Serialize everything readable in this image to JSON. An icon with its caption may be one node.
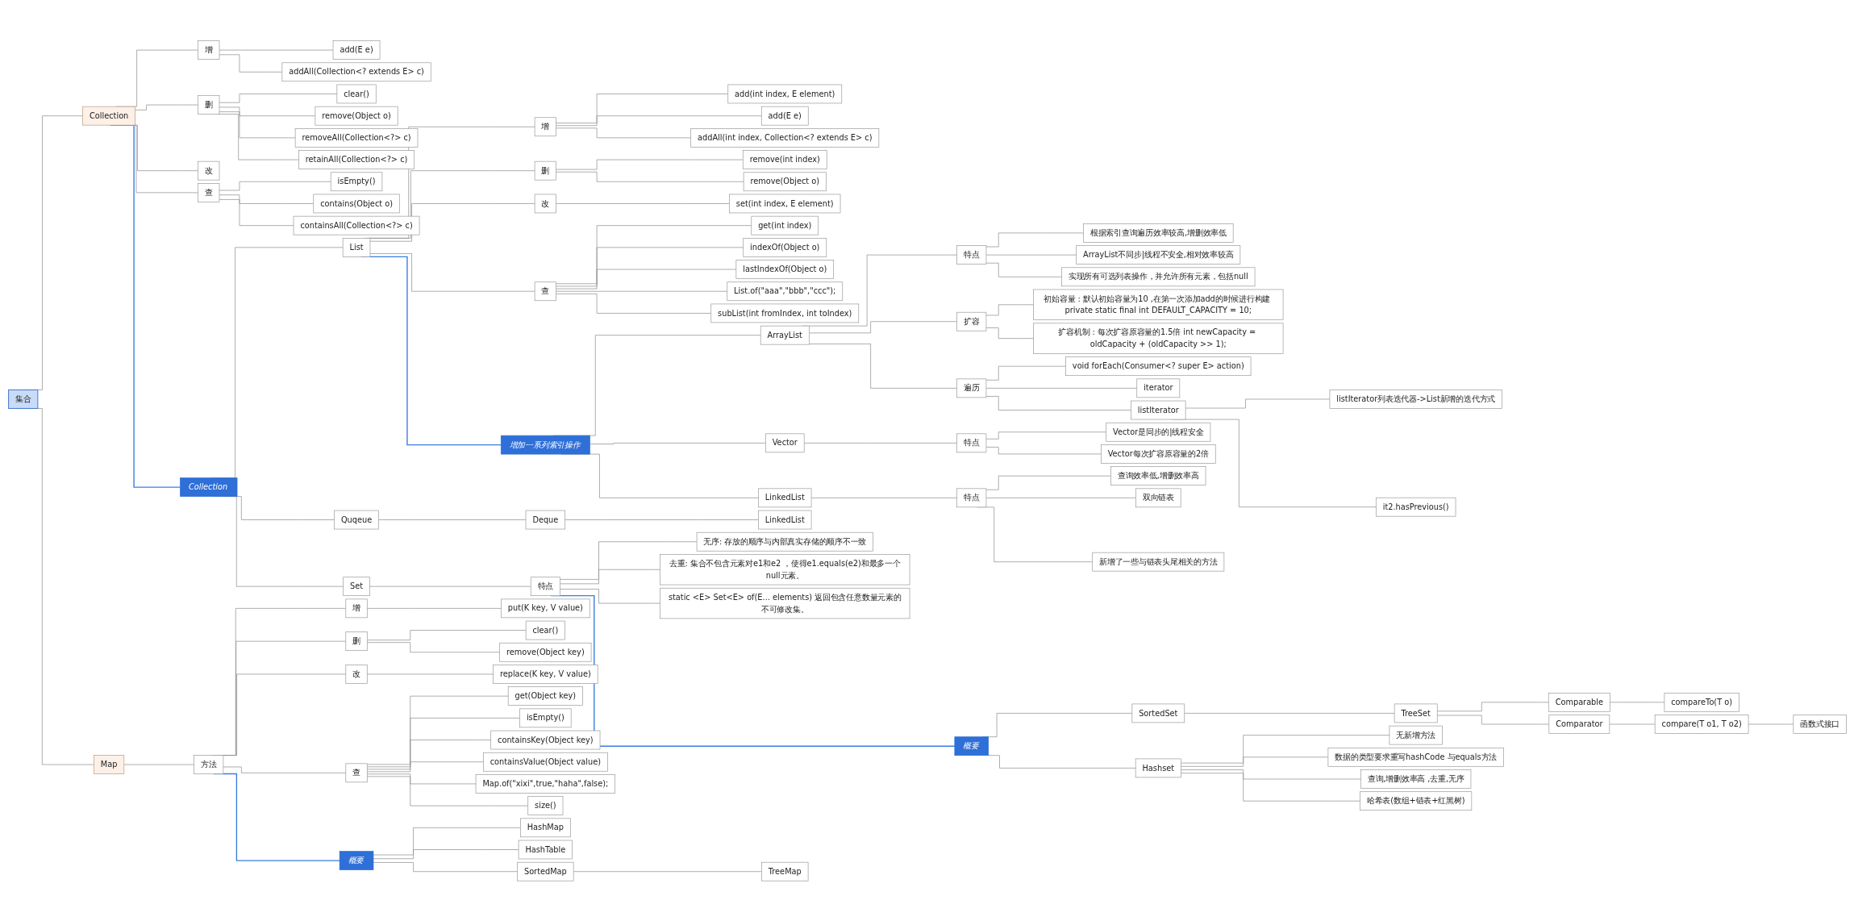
{
  "diagram": {
    "nodes": [
      {
        "text": [
          "集合"
        ]
      },
      {
        "text": [
          "Collection"
        ]
      },
      {
        "text": [
          "增"
        ]
      },
      {
        "text": [
          "add(E e)"
        ]
      },
      {
        "text": [
          "addAll(Collection<? extends E> c)"
        ]
      },
      {
        "text": [
          "删"
        ]
      },
      {
        "text": [
          "clear()"
        ]
      },
      {
        "text": [
          "remove(Object o)"
        ]
      },
      {
        "text": [
          "removeAll(Collection<?> c)"
        ]
      },
      {
        "text": [
          "retainAll(Collection<?> c)"
        ]
      },
      {
        "text": [
          "改"
        ]
      },
      {
        "text": [
          "查"
        ]
      },
      {
        "text": [
          "isEmpty()"
        ]
      },
      {
        "text": [
          "contains(Object o)"
        ]
      },
      {
        "text": [
          "containsAll(Collection<?> c)"
        ]
      },
      {
        "text": [
          "Collection"
        ]
      },
      {
        "text": [
          "List"
        ]
      },
      {
        "text": [
          "增"
        ]
      },
      {
        "text": [
          "add(int index, E element)"
        ]
      },
      {
        "text": [
          "add(E e)"
        ]
      },
      {
        "text": [
          "addAll(int index, Collection<? extends E> c)"
        ]
      },
      {
        "text": [
          "删"
        ]
      },
      {
        "text": [
          "remove(int index)"
        ]
      },
      {
        "text": [
          "remove(Object o)"
        ]
      },
      {
        "text": [
          "改"
        ]
      },
      {
        "text": [
          "set(int index, E element)"
        ]
      },
      {
        "text": [
          "查"
        ]
      },
      {
        "text": [
          "get(int index)"
        ]
      },
      {
        "text": [
          "indexOf(Object o)"
        ]
      },
      {
        "text": [
          "lastIndexOf(Object o)"
        ]
      },
      {
        "text": [
          "List.of(\"aaa\",\"bbb\",\"ccc\");"
        ]
      },
      {
        "text": [
          "subList(int fromIndex, int toIndex)"
        ]
      },
      {
        "text": [
          "增加一系列索引操作"
        ]
      },
      {
        "text": [
          "ArrayList"
        ]
      },
      {
        "text": [
          "特点"
        ]
      },
      {
        "text": [
          "根据索引查询遍历效率较高,增删效率低"
        ]
      },
      {
        "text": [
          "ArrayList不同步|线程不安全,相对效率较高"
        ]
      },
      {
        "text": [
          "实现所有可选列表操作，并允许所有元素，包括null"
        ]
      },
      {
        "text": [
          "扩容"
        ]
      },
      {
        "text": [
          "初始容量 : 默认初始容量为10 ,在第一次添加add的时候进行构建 private static final int DEFAULT_CAPACITY = 10;"
        ]
      },
      {
        "text": [
          "扩容机制 : 每次扩容原容量的1.5倍 int newCapacity = oldCapacity + (oldCapacity >> 1);"
        ]
      },
      {
        "text": [
          "遍历"
        ]
      },
      {
        "text": [
          "void forEach(Consumer<? super E> action)"
        ]
      },
      {
        "text": [
          "iterator"
        ]
      },
      {
        "text": [
          "listIterator"
        ]
      },
      {
        "text": [
          "listIterator列表迭代器->List新增的迭代方式"
        ]
      },
      {
        "text": [
          "it2.hasPrevious()"
        ]
      },
      {
        "text": [
          "Vector"
        ]
      },
      {
        "text": [
          "特点"
        ]
      },
      {
        "text": [
          "Vector是同步的|线程安全"
        ]
      },
      {
        "text": [
          "Vector每次扩容原容量的2倍"
        ]
      },
      {
        "text": [
          "LinkedList"
        ]
      },
      {
        "text": [
          "特点"
        ]
      },
      {
        "text": [
          "查询效率低,增删效率高"
        ]
      },
      {
        "text": [
          "双向链表"
        ]
      },
      {
        "text": [
          "新增了一些与链表头尾相关的方法"
        ]
      },
      {
        "text": [
          "Quqeue"
        ]
      },
      {
        "text": [
          "Deque"
        ]
      },
      {
        "text": [
          "LinkedList"
        ]
      },
      {
        "text": [
          "Set"
        ]
      },
      {
        "text": [
          "特点"
        ]
      },
      {
        "text": [
          "无序: 存放的顺序与内部真实存储的顺序不一致"
        ]
      },
      {
        "text": [
          "去重: 集合不包含元素对e1和e2 ，使得e1.equals(e2)和最多一个null元素。"
        ]
      },
      {
        "text": [
          "static <E> Set<E> of(E... elements) 返回包含任意数量元素的不可修改集。"
        ]
      },
      {
        "text": [
          "概要"
        ]
      },
      {
        "text": [
          "SortedSet"
        ]
      },
      {
        "text": [
          "TreeSet"
        ]
      },
      {
        "text": [
          "Comparable"
        ]
      },
      {
        "text": [
          "compareTo(T o)"
        ]
      },
      {
        "text": [
          "Comparator"
        ]
      },
      {
        "text": [
          "compare(T o1, T o2)"
        ]
      },
      {
        "text": [
          "函数式接口"
        ]
      },
      {
        "text": [
          "Hashset"
        ]
      },
      {
        "text": [
          "无新增方法"
        ]
      },
      {
        "text": [
          "数据的类型要求重写hashCode 与equals方法"
        ]
      },
      {
        "text": [
          "查询,增删效率高 ,去重,无序"
        ]
      },
      {
        "text": [
          "哈希表(数组+链表+红黑树)"
        ]
      },
      {
        "text": [
          "Map"
        ]
      },
      {
        "text": [
          "方法"
        ]
      },
      {
        "text": [
          "增"
        ]
      },
      {
        "text": [
          "put(K key, V value)"
        ]
      },
      {
        "text": [
          "删"
        ]
      },
      {
        "text": [
          "clear()"
        ]
      },
      {
        "text": [
          "remove(Object key)"
        ]
      },
      {
        "text": [
          "改"
        ]
      },
      {
        "text": [
          "replace(K key, V value)"
        ]
      },
      {
        "text": [
          "查"
        ]
      },
      {
        "text": [
          "get(Object key)"
        ]
      },
      {
        "text": [
          "isEmpty()"
        ]
      },
      {
        "text": [
          "containsKey(Object key)"
        ]
      },
      {
        "text": [
          "containsValue(Object value)"
        ]
      },
      {
        "text": [
          "Map.of(\"xixi\",true,\"haha\",false);"
        ]
      },
      {
        "text": [
          "size()"
        ]
      },
      {
        "text": [
          "概要"
        ]
      },
      {
        "text": [
          "HashMap"
        ]
      },
      {
        "text": [
          "HashTable"
        ]
      },
      {
        "text": [
          "SortedMap"
        ]
      },
      {
        "text": [
          "TreeMap"
        ]
      }
    ],
    "edges": [
      {
        "from": 0,
        "to": 1,
        "arrow": "none"
      },
      {
        "from": 1,
        "to": 2,
        "arrow": "none"
      },
      {
        "from": 2,
        "to": 3,
        "arrow": "none"
      },
      {
        "from": 2,
        "to": 4,
        "arrow": "none"
      },
      {
        "from": 1,
        "to": 5,
        "arrow": "none"
      },
      {
        "from": 5,
        "to": 6,
        "arrow": "none"
      },
      {
        "from": 5,
        "to": 7,
        "arrow": "none"
      },
      {
        "from": 5,
        "to": 8,
        "arrow": "none"
      },
      {
        "from": 5,
        "to": 9,
        "arrow": "none"
      },
      {
        "from": 1,
        "to": 10,
        "arrow": "none"
      },
      {
        "from": 1,
        "to": 11,
        "arrow": "none"
      },
      {
        "from": 11,
        "to": 12,
        "arrow": "none"
      },
      {
        "from": 11,
        "to": 13,
        "arrow": "none"
      },
      {
        "from": 11,
        "to": 14,
        "arrow": "none"
      },
      {
        "from": 1,
        "to": 15,
        "arrow": "none",
        "color": "#3b7ddd"
      },
      {
        "from": 15,
        "to": 16,
        "arrow": "none"
      },
      {
        "from": 16,
        "to": 17,
        "arrow": "none"
      },
      {
        "from": 17,
        "to": 18,
        "arrow": "none"
      },
      {
        "from": 17,
        "to": 19,
        "arrow": "none"
      },
      {
        "from": 17,
        "to": 20,
        "arrow": "none"
      },
      {
        "from": 16,
        "to": 21,
        "arrow": "none"
      },
      {
        "from": 21,
        "to": 22,
        "arrow": "none"
      },
      {
        "from": 21,
        "to": 23,
        "arrow": "none"
      },
      {
        "from": 16,
        "to": 24,
        "arrow": "none"
      },
      {
        "from": 24,
        "to": 25,
        "arrow": "none"
      },
      {
        "from": 16,
        "to": 26,
        "arrow": "none"
      },
      {
        "from": 26,
        "to": 27,
        "arrow": "none"
      },
      {
        "from": 26,
        "to": 28,
        "arrow": "none"
      },
      {
        "from": 26,
        "to": 29,
        "arrow": "none"
      },
      {
        "from": 26,
        "to": 30,
        "arrow": "none"
      },
      {
        "from": 26,
        "to": 31,
        "arrow": "none"
      },
      {
        "from": 16,
        "to": 32,
        "arrow": "none",
        "color": "#3b7ddd"
      },
      {
        "from": 32,
        "to": 33,
        "arrow": "none"
      },
      {
        "from": 33,
        "to": 34,
        "arrow": "none"
      },
      {
        "from": 34,
        "to": 35,
        "arrow": "none"
      },
      {
        "from": 34,
        "to": 36,
        "arrow": "none"
      },
      {
        "from": 34,
        "to": 37,
        "arrow": "none"
      },
      {
        "from": 33,
        "to": 38,
        "arrow": "none"
      },
      {
        "from": 38,
        "to": 39,
        "arrow": "none"
      },
      {
        "from": 38,
        "to": 40,
        "arrow": "none"
      },
      {
        "from": 33,
        "to": 41,
        "arrow": "none"
      },
      {
        "from": 41,
        "to": 42,
        "arrow": "none"
      },
      {
        "from": 41,
        "to": 43,
        "arrow": "none"
      },
      {
        "from": 41,
        "to": 44,
        "arrow": "none"
      },
      {
        "from": 44,
        "to": 45,
        "arrow": "none"
      },
      {
        "from": 44,
        "to": 46,
        "arrow": "none"
      },
      {
        "from": 32,
        "to": 47,
        "arrow": "none"
      },
      {
        "from": 47,
        "to": 48,
        "arrow": "none"
      },
      {
        "from": 48,
        "to": 49,
        "arrow": "none"
      },
      {
        "from": 48,
        "to": 50,
        "arrow": "none"
      },
      {
        "from": 32,
        "to": 51,
        "arrow": "none"
      },
      {
        "from": 51,
        "to": 52,
        "arrow": "none"
      },
      {
        "from": 52,
        "to": 53,
        "arrow": "none"
      },
      {
        "from": 52,
        "to": 54,
        "arrow": "none"
      },
      {
        "from": 52,
        "to": 55,
        "arrow": "none"
      },
      {
        "from": 15,
        "to": 56,
        "arrow": "none"
      },
      {
        "from": 56,
        "to": 57,
        "arrow": "none"
      },
      {
        "from": 57,
        "to": 58,
        "arrow": "none"
      },
      {
        "from": 15,
        "to": 59,
        "arrow": "none"
      },
      {
        "from": 59,
        "to": 60,
        "arrow": "none"
      },
      {
        "from": 60,
        "to": 61,
        "arrow": "none"
      },
      {
        "from": 60,
        "to": 62,
        "arrow": "none"
      },
      {
        "from": 60,
        "to": 63,
        "arrow": "none"
      },
      {
        "from": 60,
        "to": 64,
        "arrow": "none",
        "color": "#3b7ddd"
      },
      {
        "from": 64,
        "to": 65,
        "arrow": "none"
      },
      {
        "from": 65,
        "to": 66,
        "arrow": "none"
      },
      {
        "from": 66,
        "to": 67,
        "arrow": "none"
      },
      {
        "from": 67,
        "to": 68,
        "arrow": "none"
      },
      {
        "from": 66,
        "to": 69,
        "arrow": "none"
      },
      {
        "from": 69,
        "to": 70,
        "arrow": "none"
      },
      {
        "from": 70,
        "to": 71,
        "arrow": "none"
      },
      {
        "from": 64,
        "to": 72,
        "arrow": "none"
      },
      {
        "from": 72,
        "to": 73,
        "arrow": "none"
      },
      {
        "from": 72,
        "to": 74,
        "arrow": "none"
      },
      {
        "from": 72,
        "to": 75,
        "arrow": "none"
      },
      {
        "from": 72,
        "to": 76,
        "arrow": "none"
      },
      {
        "from": 0,
        "to": 77,
        "arrow": "none"
      },
      {
        "from": 77,
        "to": 78,
        "arrow": "none"
      },
      {
        "from": 78,
        "to": 79,
        "arrow": "none"
      },
      {
        "from": 79,
        "to": 80,
        "arrow": "none"
      },
      {
        "from": 78,
        "to": 81,
        "arrow": "none"
      },
      {
        "from": 81,
        "to": 82,
        "arrow": "none"
      },
      {
        "from": 81,
        "to": 83,
        "arrow": "none"
      },
      {
        "from": 78,
        "to": 84,
        "arrow": "none"
      },
      {
        "from": 84,
        "to": 85,
        "arrow": "none"
      },
      {
        "from": 78,
        "to": 86,
        "arrow": "none"
      },
      {
        "from": 86,
        "to": 87,
        "arrow": "none"
      },
      {
        "from": 86,
        "to": 88,
        "arrow": "none"
      },
      {
        "from": 86,
        "to": 89,
        "arrow": "none"
      },
      {
        "from": 86,
        "to": 90,
        "arrow": "none"
      },
      {
        "from": 86,
        "to": 91,
        "arrow": "none"
      },
      {
        "from": 86,
        "to": 92,
        "arrow": "none"
      },
      {
        "from": 78,
        "to": 93,
        "arrow": "none",
        "color": "#3b7ddd"
      },
      {
        "from": 93,
        "to": 94,
        "arrow": "none"
      },
      {
        "from": 93,
        "to": 95,
        "arrow": "none"
      },
      {
        "from": 93,
        "to": 96,
        "arrow": "none"
      },
      {
        "from": 96,
        "to": 97,
        "arrow": "none"
      }
    ]
  }
}
